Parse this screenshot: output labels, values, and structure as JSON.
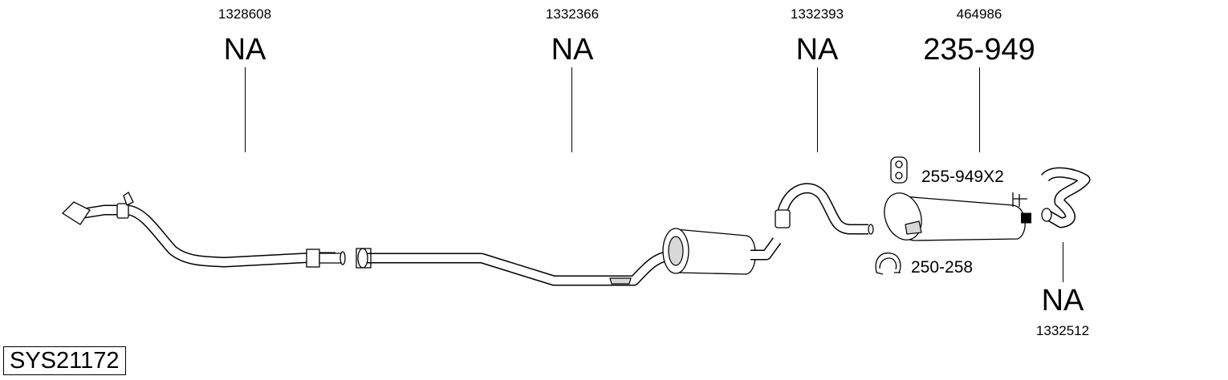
{
  "callouts": [
    {
      "oem": "1328608",
      "code": "NA"
    },
    {
      "oem": "1332366",
      "code": "NA"
    },
    {
      "oem": "1332393",
      "code": "NA"
    },
    {
      "oem": "464986",
      "code": "235-949"
    },
    {
      "oem": "1332512",
      "code": "NA"
    }
  ],
  "accessories": [
    {
      "code": "255-949X2",
      "icon": "rubber-hanger-icon"
    },
    {
      "code": "250-258",
      "icon": "clamp-icon"
    }
  ],
  "system_code": "SYS21172"
}
